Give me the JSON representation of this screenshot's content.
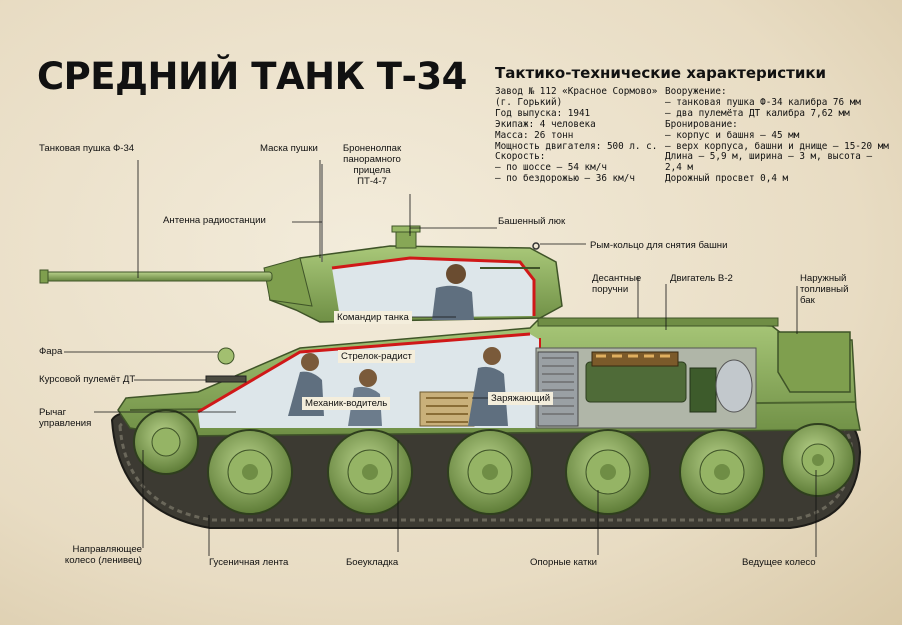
{
  "title": "СРЕДНИЙ ТАНК Т-34",
  "specs": {
    "title": "Тактико-технические характеристики",
    "left": [
      "Завод № 112 «Красное Сормово»",
      "(г. Горький)",
      "Год выпуска: 1941",
      "Экипаж: 4 человека",
      "Масса: 26 тонн",
      "Мощность двигателя: 500 л. с.",
      "Скорость:",
      "– по шоссе – 54 км/ч",
      "– по бездорожью – 36 км/ч"
    ],
    "right": [
      "Вооружение:",
      "– танковая пушка Ф-34 калибра 76 мм",
      "– два пулемёта ДТ калибра 7,62 мм",
      "Бронирование:",
      "– корпус и башня – 45 мм",
      "– верх корпуса, башни и днище – 15-20 мм",
      "Длина – 5,9 м, ширина – 3 м, высота –",
      "2,4 м",
      "Дорожный просвет 0,4 м"
    ]
  },
  "labels": {
    "gun": "Танковая пушка Ф-34",
    "mantlet": "Маска пушки",
    "periscope": [
      "Броненолпак",
      "панорамного",
      "прицела",
      "ПТ-4-7"
    ],
    "antenna": "Антенна радиостанции",
    "hatch": "Башенный люк",
    "ring": "Рым-кольцо для снятия башни",
    "handrails": [
      "Десантные",
      "поручни"
    ],
    "engine": "Двигатель В-2",
    "fuel_tank": [
      "Наружный",
      "топливный",
      "бак"
    ],
    "commander": "Командир танка",
    "headlight": "Фара",
    "radio_gunner": "Стрелок-радист",
    "mg": "Курсовой пулемёт ДТ",
    "levers": [
      "Рычаг",
      "управления"
    ],
    "driver": "Механик-водитель",
    "loader": "Заряжающий",
    "idler": [
      "Направляющее",
      "колесо (ленивец)"
    ],
    "track": "Гусеничная лента",
    "ammo": "Боеукладка",
    "road_wheels": "Опорные катки",
    "drive_wheel": "Ведущее колесо"
  },
  "colors": {
    "armor": "#8fb15c",
    "armor_dark": "#5e7a3a",
    "interior": "#dde6ea",
    "cutline": "#d01818",
    "track": "#3c3a32"
  }
}
